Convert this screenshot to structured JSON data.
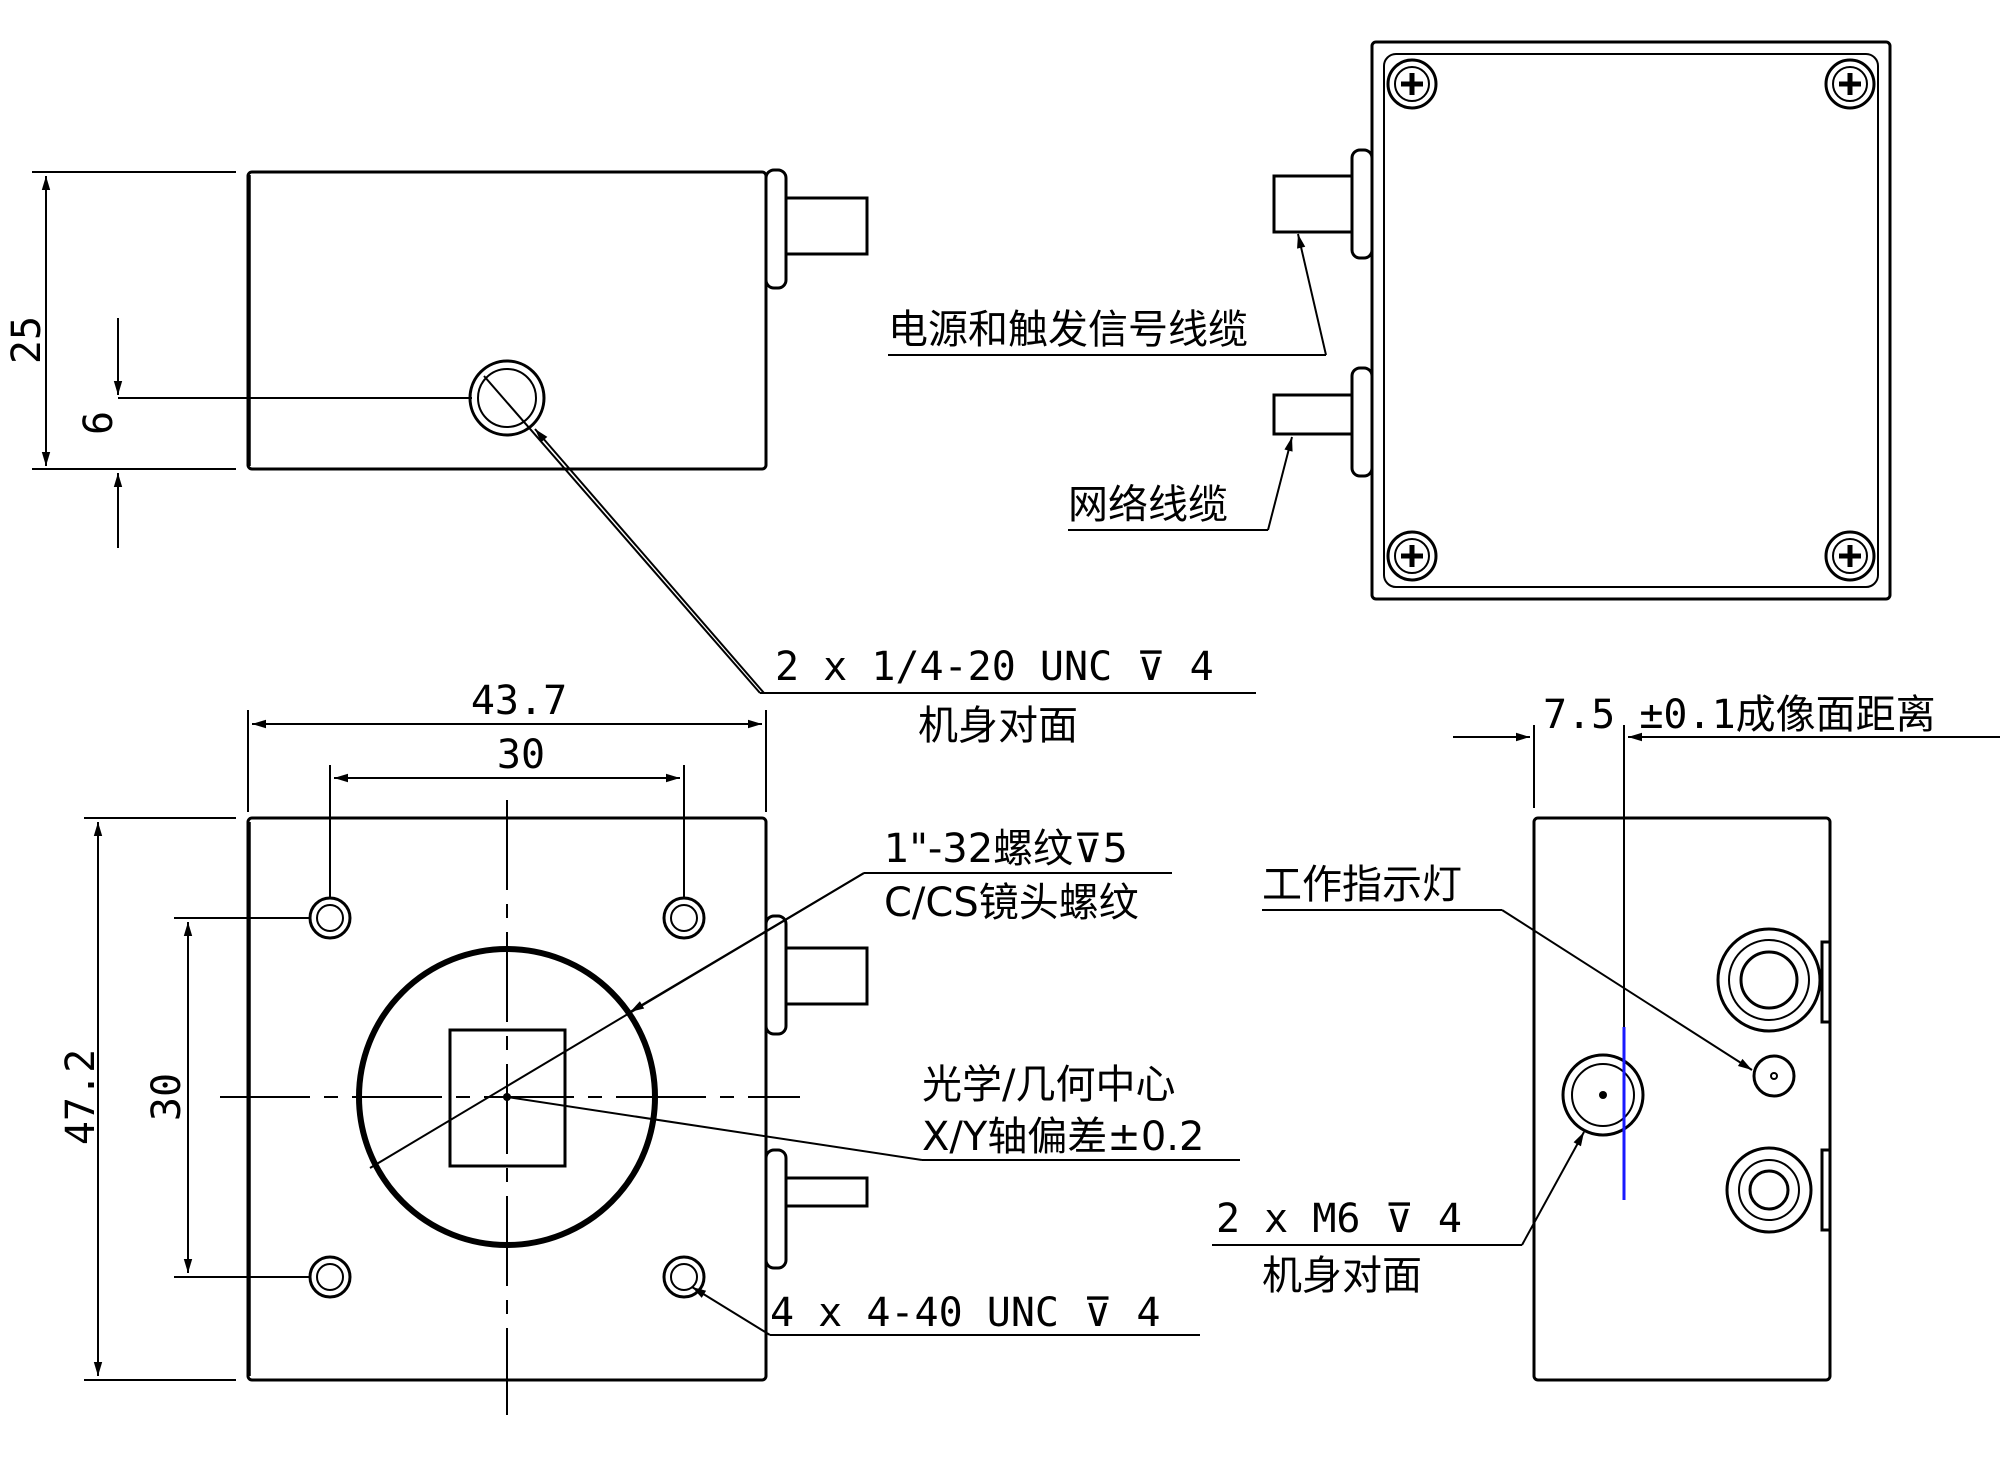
{
  "dimensions": {
    "side_height": "25",
    "mount_offset": "6",
    "body_width": "43.7",
    "hole_spacing_x": "30",
    "body_height": "47.2",
    "hole_spacing_y": "30"
  },
  "callouts": {
    "cable_power": "电源和触发信号线缆",
    "cable_network": "网络线缆",
    "mount_top_line1": "2 x  1/4-20 UNC ⊽ 4",
    "mount_top_line2": "机身对面",
    "lens_thread_line1": "1\"-32螺纹⊽5",
    "lens_thread_line2": "C/CS镜头螺纹",
    "optical_center_line1": "光学/几何中心",
    "optical_center_line2": "X/Y轴偏差±0.2",
    "front_holes": "4 x 4-40 UNC  ⊽ 4",
    "image_plane": "7.5 ±0.1成像面距离",
    "indicator": "工作指示灯",
    "side_mount_line1": "2 x  M6 ⊽ 4",
    "side_mount_line2": "机身对面"
  },
  "colors": {
    "line": "#000000",
    "image_plane_marker": "#1a1aff"
  }
}
